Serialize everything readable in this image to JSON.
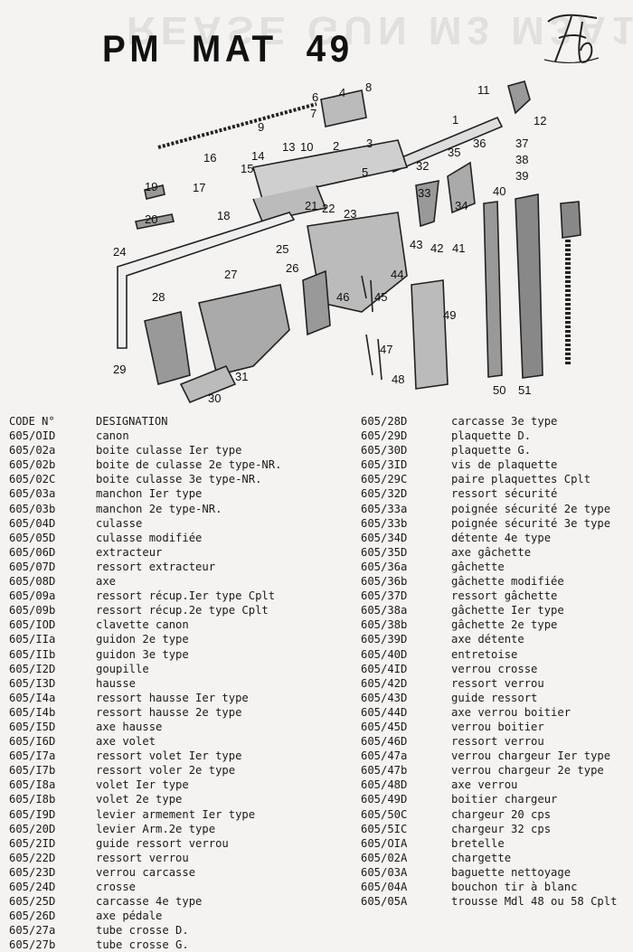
{
  "document": {
    "title": "PM MAT 49",
    "header_code": "CODE N°",
    "header_designation": "DESIGNATION"
  },
  "diagram": {
    "labels": [
      "1",
      "2",
      "3",
      "4",
      "5",
      "6",
      "7",
      "8",
      "9",
      "10",
      "11",
      "12",
      "13",
      "14",
      "15",
      "16",
      "17",
      "18",
      "19",
      "20",
      "21",
      "22",
      "23",
      "24",
      "25",
      "26",
      "27",
      "28",
      "29",
      "30",
      "31",
      "32",
      "33",
      "34",
      "35",
      "36",
      "37",
      "38",
      "39",
      "40",
      "41",
      "42",
      "43",
      "44",
      "45",
      "46",
      "47",
      "48",
      "49",
      "50",
      "51"
    ]
  },
  "parts_left": [
    {
      "code": "605/OID",
      "designation": "canon"
    },
    {
      "code": "605/02a",
      "designation": "boite culasse Ier type"
    },
    {
      "code": "605/02b",
      "designation": "boite de culasse 2e type-NR."
    },
    {
      "code": "605/02C",
      "designation": "boite culasse 3e type-NR."
    },
    {
      "code": "605/03a",
      "designation": "manchon Ier type"
    },
    {
      "code": "605/03b",
      "designation": "manchon 2e type-NR."
    },
    {
      "code": "605/04D",
      "designation": "culasse"
    },
    {
      "code": "605/05D",
      "designation": "culasse modifiée"
    },
    {
      "code": "605/06D",
      "designation": "extracteur"
    },
    {
      "code": "605/07D",
      "designation": "ressort extracteur"
    },
    {
      "code": "605/08D",
      "designation": "axe"
    },
    {
      "code": "605/09a",
      "designation": "ressort récup.Ier type Cplt"
    },
    {
      "code": "605/09b",
      "designation": "ressort récup.2e type Cplt"
    },
    {
      "code": "605/IOD",
      "designation": "clavette canon"
    },
    {
      "code": "605/IIa",
      "designation": "guidon 2e type"
    },
    {
      "code": "605/IIb",
      "designation": "guidon 3e type"
    },
    {
      "code": "605/I2D",
      "designation": "goupille"
    },
    {
      "code": "605/I3D",
      "designation": "hausse"
    },
    {
      "code": "605/I4a",
      "designation": "ressort hausse Ier type"
    },
    {
      "code": "605/I4b",
      "designation": "ressort hausse 2e type"
    },
    {
      "code": "605/I5D",
      "designation": "axe hausse"
    },
    {
      "code": "605/I6D",
      "designation": "axe volet"
    },
    {
      "code": "605/I7a",
      "designation": "ressort volet Ier type"
    },
    {
      "code": "605/I7b",
      "designation": "ressort voler 2e type"
    },
    {
      "code": "605/I8a",
      "designation": "volet Ier type"
    },
    {
      "code": "605/I8b",
      "designation": "volet 2e type"
    },
    {
      "code": "605/I9D",
      "designation": "levier armement Ier type"
    },
    {
      "code": "605/20D",
      "designation": "levier Arm.2e type"
    },
    {
      "code": "605/2ID",
      "designation": "guide ressort verrou"
    },
    {
      "code": "605/22D",
      "designation": "ressort verrou"
    },
    {
      "code": "605/23D",
      "designation": "verrou carcasse"
    },
    {
      "code": "605/24D",
      "designation": "crosse"
    },
    {
      "code": "605/25D",
      "designation": "carcasse 4e type"
    },
    {
      "code": "605/26D",
      "designation": "axe pédale"
    },
    {
      "code": "605/27a",
      "designation": "tube crosse D."
    },
    {
      "code": "605/27b",
      "designation": "tube crosse G."
    }
  ],
  "parts_right": [
    {
      "code": "605/28D",
      "designation": "carcasse 3e type"
    },
    {
      "code": "605/29D",
      "designation": "plaquette D."
    },
    {
      "code": "605/30D",
      "designation": "plaquette G."
    },
    {
      "code": "605/3ID",
      "designation": "vis de plaquette"
    },
    {
      "code": "605/29C",
      "designation": "paire plaquettes Cplt"
    },
    {
      "code": "605/32D",
      "designation": "ressort sécurité"
    },
    {
      "code": "605/33a",
      "designation": "poignée sécurité 2e type"
    },
    {
      "code": "605/33b",
      "designation": "poignée sécurité 3e type"
    },
    {
      "code": "605/34D",
      "designation": "détente 4e type"
    },
    {
      "code": "605/35D",
      "designation": "axe gâchette"
    },
    {
      "code": "605/36a",
      "designation": "gâchette"
    },
    {
      "code": "605/36b",
      "designation": "gâchette modifiée"
    },
    {
      "code": "605/37D",
      "designation": "ressort gâchette"
    },
    {
      "code": "605/38a",
      "designation": "gâchette Ier type"
    },
    {
      "code": "605/38b",
      "designation": "gâchette 2e type"
    },
    {
      "code": "605/39D",
      "designation": "axe détente"
    },
    {
      "code": "605/40D",
      "designation": "entretoise"
    },
    {
      "code": "605/4ID",
      "designation": "verrou crosse"
    },
    {
      "code": "605/42D",
      "designation": "ressort verrou"
    },
    {
      "code": "605/43D",
      "designation": "guide ressort"
    },
    {
      "code": "605/44D",
      "designation": "axe verrou boitier"
    },
    {
      "code": "605/45D",
      "designation": "verrou boitier"
    },
    {
      "code": "605/46D",
      "designation": "ressort verrou"
    },
    {
      "code": "605/47a",
      "designation": "verrou chargeur Ier type"
    },
    {
      "code": "605/47b",
      "designation": "verrou chargeur 2e type"
    },
    {
      "code": "605/48D",
      "designation": "axe verrou"
    },
    {
      "code": "605/49D",
      "designation": "boitier chargeur"
    },
    {
      "code": "605/50C",
      "designation": "chargeur 20 cps"
    },
    {
      "code": "605/5IC",
      "designation": "chargeur 32 cps"
    },
    {
      "code": "605/OIA",
      "designation": "bretelle"
    },
    {
      "code": "605/02A",
      "designation": "chargette"
    },
    {
      "code": "605/03A",
      "designation": "baguette nettoyage"
    },
    {
      "code": "605/04A",
      "designation": "bouchon tir à blanc"
    },
    {
      "code": "605/05A",
      "designation": "trousse Mdl 48 ou 58 Cplt"
    }
  ],
  "colors": {
    "ink": "#1a1a1a",
    "paper": "#f4f3f1"
  }
}
